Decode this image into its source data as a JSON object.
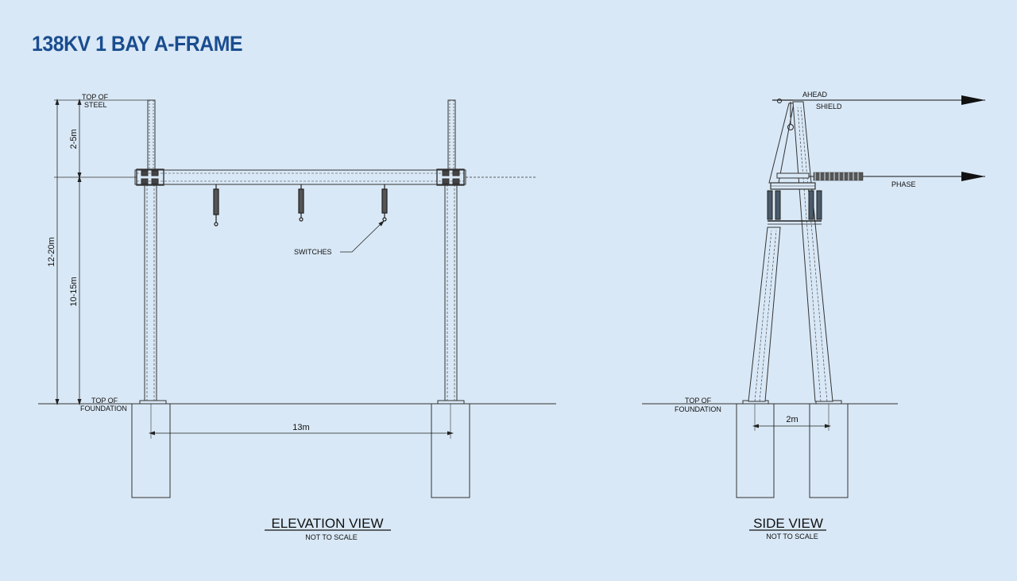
{
  "title": "138KV 1 BAY A-FRAME",
  "colors": {
    "title": "#1a4d8f",
    "background": "#d9e8f6",
    "line": "#333333"
  },
  "elevation": {
    "label_top_of_steel_1": "TOP OF",
    "label_top_of_steel_2": "STEEL",
    "label_top_of_foundation_1": "TOP OF",
    "label_top_of_foundation_2": "FOUNDATION",
    "dim_overall_height": "12-20m",
    "dim_top_section": "2-5m",
    "dim_beam_height": "10-15m",
    "dim_span": "13m",
    "label_switches": "SWITCHES",
    "view_title": "ELEVATION VIEW",
    "view_note": "NOT TO SCALE"
  },
  "side": {
    "label_ahead": "AHEAD",
    "label_shield": "SHIELD",
    "label_phase": "PHASE",
    "label_top_of_foundation_1": "TOP OF",
    "label_top_of_foundation_2": "FOUNDATION",
    "dim_base": "2m",
    "view_title": "SIDE VIEW",
    "view_note": "NOT TO SCALE"
  }
}
